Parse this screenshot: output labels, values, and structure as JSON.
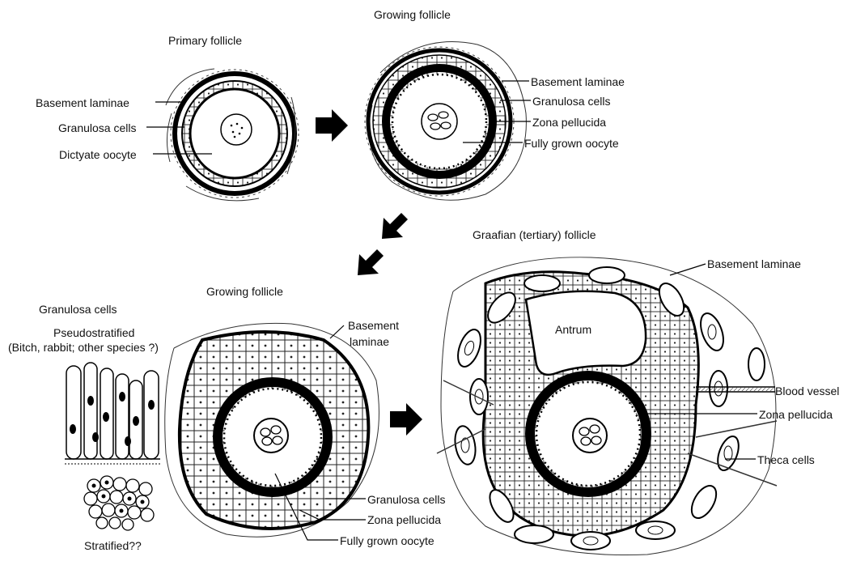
{
  "primary": {
    "title": "Primary follicle",
    "basement": "Basement laminae",
    "granulosa": "Granulosa cells",
    "oocyte": "Dictyate oocyte"
  },
  "growing1": {
    "title": "Growing follicle",
    "basement": "Basement laminae",
    "granulosa": "Granulosa cells",
    "zona": "Zona pellucida",
    "oocyte": "Fully grown oocyte"
  },
  "growing2": {
    "title": "Growing follicle",
    "basement_l1": "Basement",
    "basement_l2": "laminae",
    "granulosa": "Granulosa cells",
    "zona": "Zona pellucida",
    "oocyte": "Fully grown oocyte"
  },
  "granulosa_inset": {
    "title": "Granulosa cells",
    "pseudo": "Pseudostratified",
    "species": "(Bitch, rabbit; other species ?)",
    "stratified": "Stratified??"
  },
  "graafian": {
    "title": "Graafian (tertiary) follicle",
    "basement": "Basement laminae",
    "antrum": "Antrum",
    "blood": "Blood vessel",
    "zona": "Zona pellucida",
    "theca": "Theca cells"
  }
}
